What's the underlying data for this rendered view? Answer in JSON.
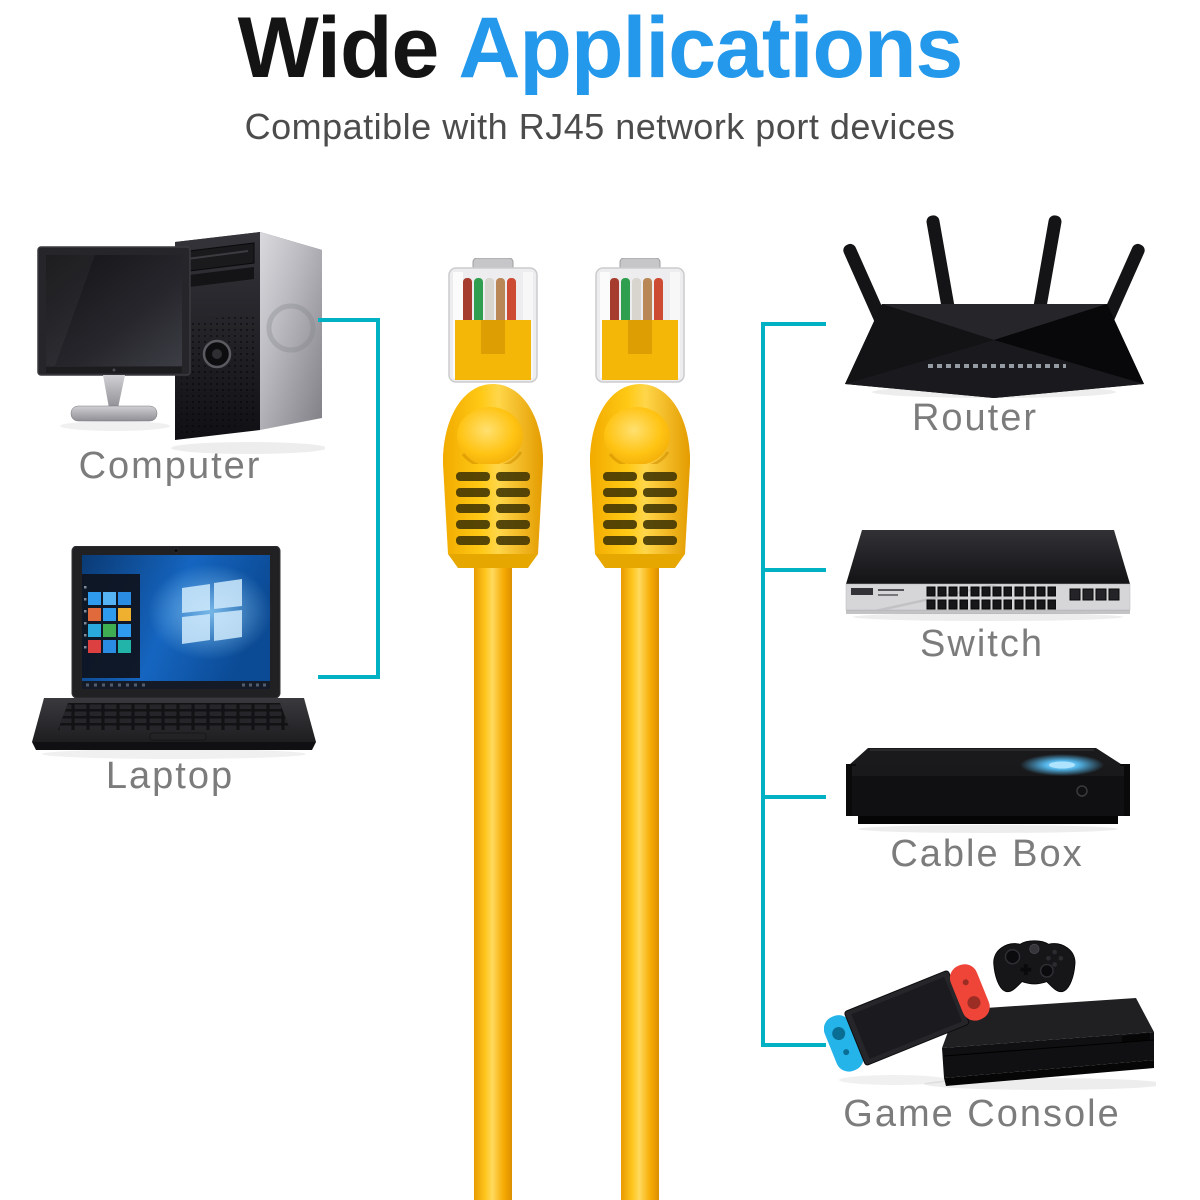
{
  "title": {
    "word_black": "Wide",
    "word_blue": "Applications"
  },
  "subtitle": "Compatible with RJ45 network port devices",
  "devices": {
    "left": [
      {
        "label": "Computer"
      },
      {
        "label": "Laptop"
      }
    ],
    "right": [
      {
        "label": "Router"
      },
      {
        "label": "Switch"
      },
      {
        "label": "Cable Box"
      },
      {
        "label": "Game Console"
      }
    ]
  },
  "colors": {
    "title_blue": "#2499ec",
    "bracket_teal": "#00b1c3",
    "cable_yellow": "#ffc61e",
    "label_gray": "#7c7c7c"
  }
}
